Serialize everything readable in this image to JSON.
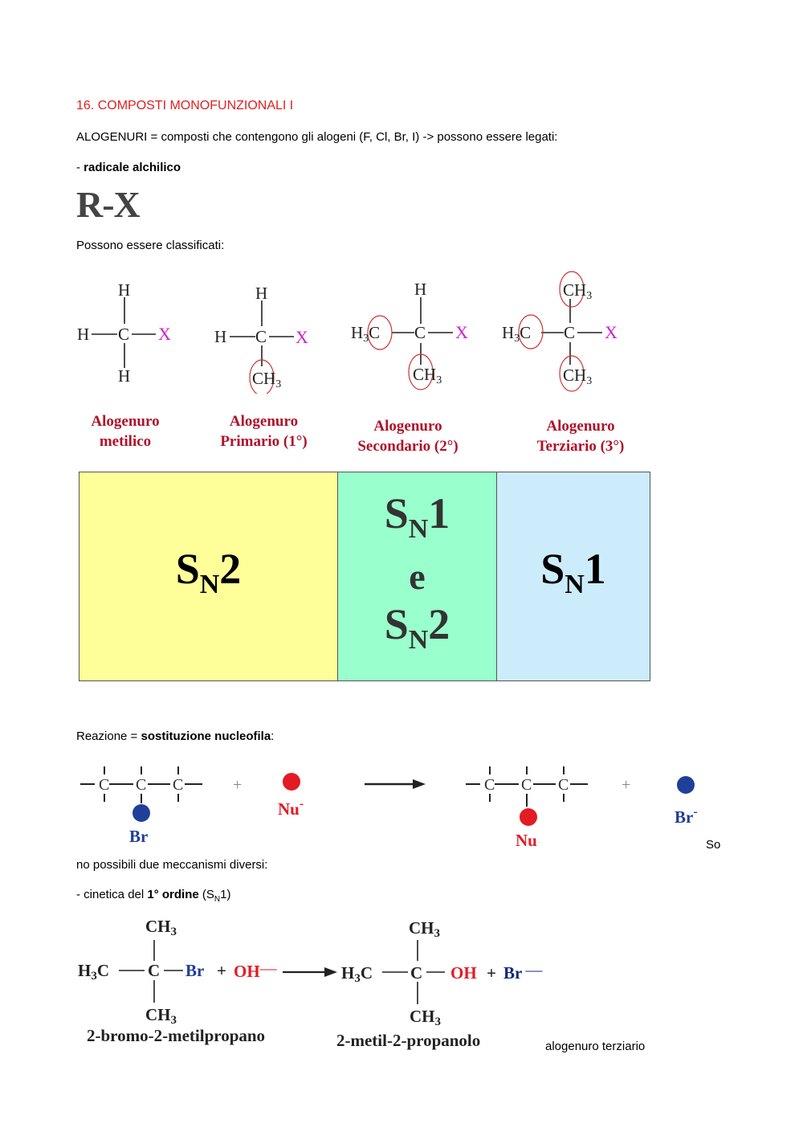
{
  "heading": "16. COMPOSTI MONOFUNZIONALI I",
  "intro": "ALOGENURI = composti che contengono gli alogeni (F, Cl, Br, I) -> possono essere legati:",
  "radicale": {
    "dash": "- ",
    "bold": "radicale alchilico"
  },
  "rx_formula": "R-X",
  "classificati": "Possono essere classificati:",
  "halide_labels": {
    "h": "H",
    "c": "C",
    "x": "X",
    "ch3": "CH",
    "h3c": "H",
    "three": "3"
  },
  "halides": [
    {
      "line1": "Alogenuro",
      "line2": "metilico"
    },
    {
      "line1": "Alogenuro",
      "line2": "Primario (1°)"
    },
    {
      "line1": "Alogenuro",
      "line2": "Secondario (2°)"
    },
    {
      "line1": "Alogenuro",
      "line2": "Terziario (3°)"
    }
  ],
  "mechanism_boxes": {
    "s": "S",
    "n": "N",
    "sn2": "2",
    "sn1": "1",
    "e": "e"
  },
  "reazione": {
    "prefix": "Reazione = ",
    "bold": "sostituzione nucleofila",
    "suffix": ":"
  },
  "scheme": {
    "chain": "-C-C-C-",
    "plus": "+",
    "br": "Br",
    "nu": "Nu",
    "minus": "-"
  },
  "so_text": "So",
  "due_meccanismi": "no possibili due meccanismi diversi:",
  "cinetica": {
    "prefix": "- cinetica del ",
    "bold": "1° ordine",
    "open": " (S",
    "sub": "N",
    "close": "1)"
  },
  "sn1_example": {
    "ch3": "CH",
    "three": "3",
    "h3c_h": "H",
    "h3c_c": "C",
    "c": "C",
    "br": "Br",
    "oh": "OH",
    "plus": "+",
    "minus": "—",
    "reactant_name": "2-bromo-2-metilpropano",
    "product_name": "2-metil-2-propanolo"
  },
  "alogenuro_terziario": "alogenuro terziario",
  "colors": {
    "heading": "#e02020",
    "magenta": "#cc22cc",
    "caption": "#b0122a",
    "red": "#e31b23",
    "blue": "#1f3f99",
    "navy": "#102a7a"
  }
}
